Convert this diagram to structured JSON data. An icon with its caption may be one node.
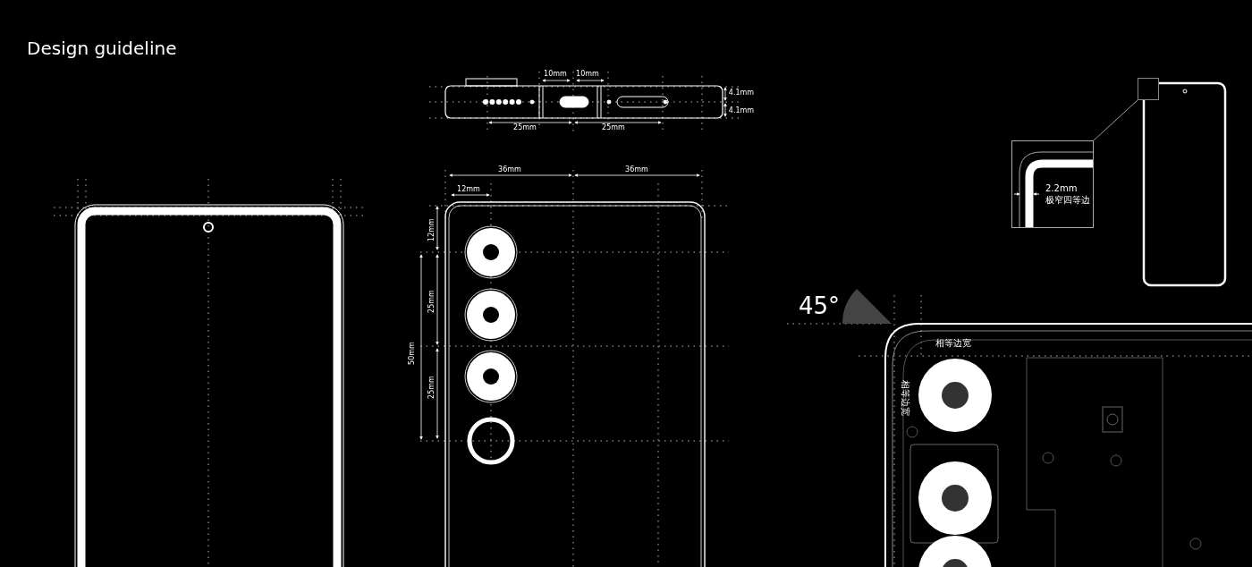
{
  "diagram": {
    "title": "Design guideline",
    "nodes": [
      {
        "text": [
          "2.2mm",
          "极窄四等边"
        ]
      },
      {
        "text": [],
        "shape": "box"
      }
    ],
    "edges": [
      {
        "from": 0,
        "to": 1,
        "arrow": "none"
      }
    ],
    "labels": [
      "10mm",
      "10mm",
      "4.1mm",
      "4.1mm",
      "25mm",
      "25mm",
      "36mm",
      "36mm",
      "12mm",
      "12mm",
      "25mm",
      "45°",
      "相等边宽",
      "50mm",
      "相等边宽",
      "25mm"
    ]
  }
}
